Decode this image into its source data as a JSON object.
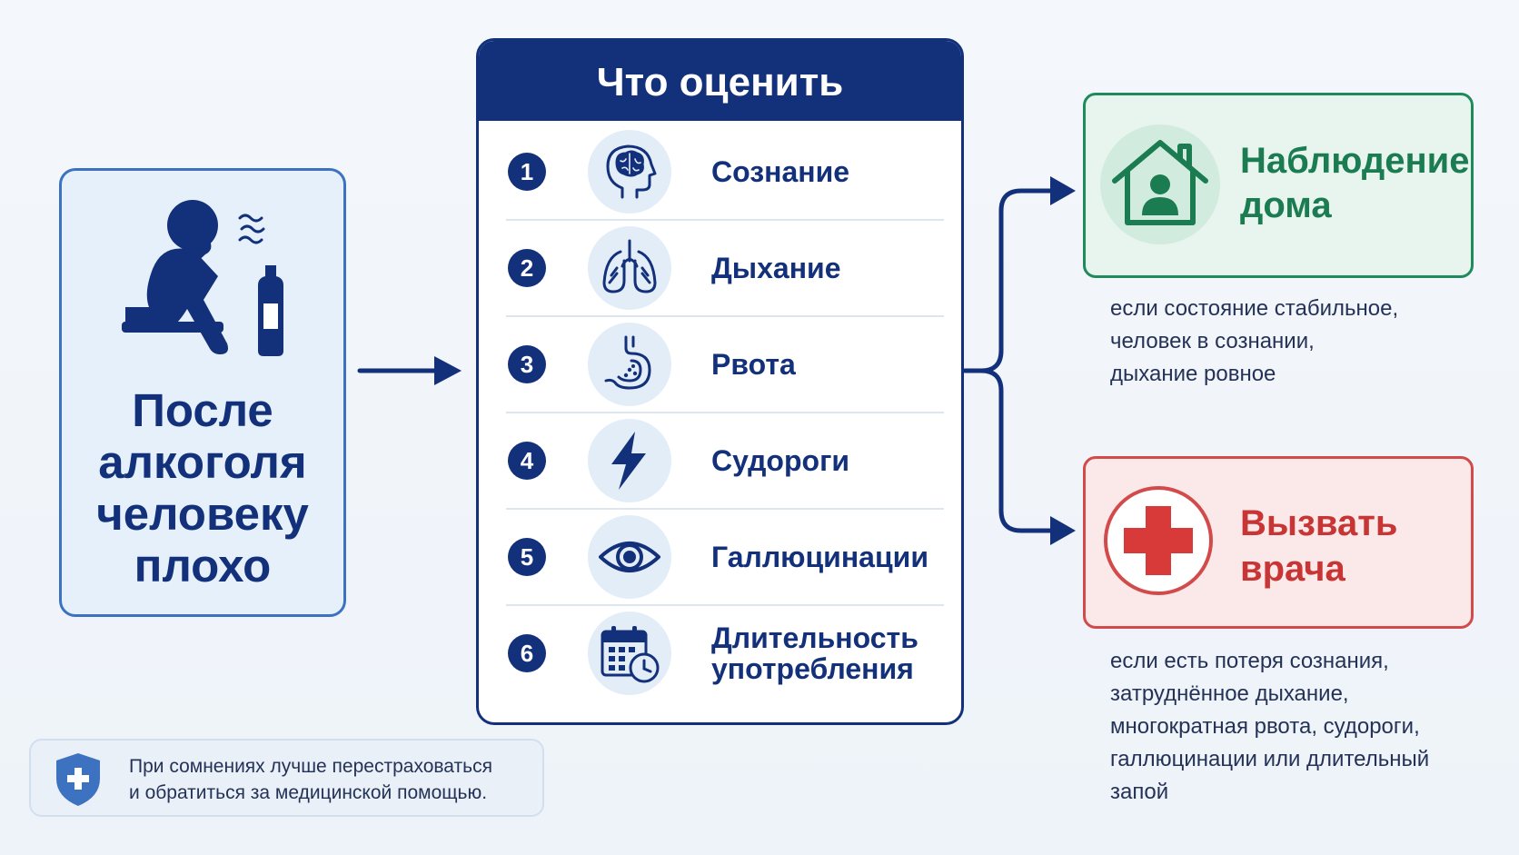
{
  "left_card": {
    "title_lines": [
      "После",
      "алкоголя",
      "человеку",
      "плохо"
    ],
    "icon": "sick-person-with-bottle-icon"
  },
  "assessment": {
    "title": "Что оценить",
    "items": [
      {
        "number": "1",
        "label": "Сознание",
        "icon": "brain-head-icon"
      },
      {
        "number": "2",
        "label": "Дыхание",
        "icon": "lungs-icon"
      },
      {
        "number": "3",
        "label": "Рвота",
        "icon": "stomach-icon"
      },
      {
        "number": "4",
        "label": "Судороги",
        "icon": "lightning-icon"
      },
      {
        "number": "5",
        "label": "Галлюцинации",
        "icon": "eye-icon"
      },
      {
        "number": "6",
        "label_lines": [
          "Длительность",
          "употребления"
        ],
        "icon": "calendar-clock-icon"
      }
    ]
  },
  "outcomes": {
    "home": {
      "title_lines": [
        "Наблюдение",
        "дома"
      ],
      "description_lines": [
        "если состояние стабильное,",
        "человек в сознании,",
        "дыхание ровное"
      ],
      "icon": "house-person-icon",
      "color": "#1f8a5b"
    },
    "doctor": {
      "title_lines": [
        "Вызвать",
        "врача"
      ],
      "description_lines": [
        "если есть потеря сознания,",
        "затруднённое дыхание,",
        "многократная рвота, судороги,",
        "галлюцинации или длительный",
        "запой"
      ],
      "icon": "medical-cross-icon",
      "color": "#d24a4a"
    }
  },
  "note": {
    "lines": [
      "При сомнениях лучше перестраховаться",
      "и обратиться за медицинской помощью."
    ],
    "icon": "shield-cross-icon"
  },
  "colors": {
    "navy": "#13307a",
    "accent_blue": "#3d72c0"
  }
}
